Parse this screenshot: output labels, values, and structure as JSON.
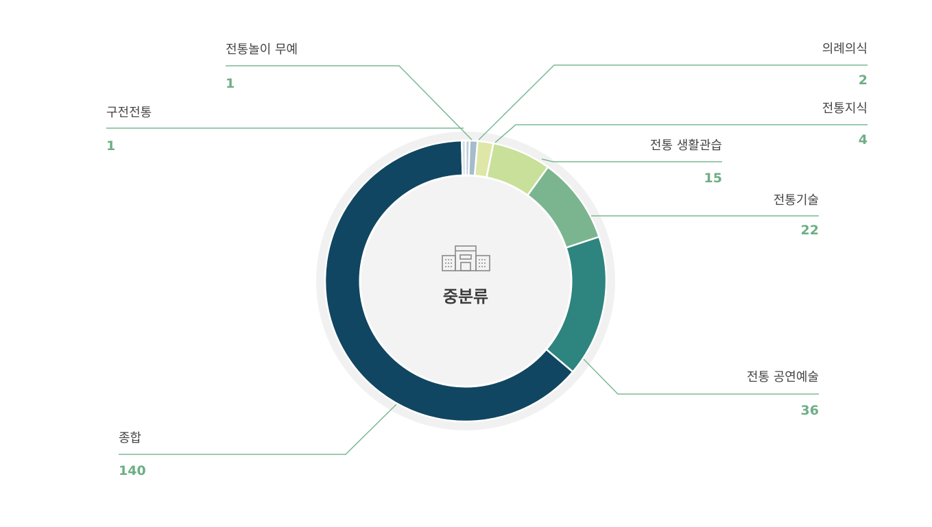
{
  "chart_data": {
    "type": "pie",
    "variant": "donut",
    "center_label": "중분류",
    "center_icon": "building-icon",
    "slices": [
      {
        "label": "전통놀이 무예",
        "value": 1,
        "color": "#bccdd6"
      },
      {
        "label": "의례의식",
        "value": 2,
        "color": "#a4bccb"
      },
      {
        "label": "전통지식",
        "value": 4,
        "color": "#dfe7a8"
      },
      {
        "label": "전통 생활관습",
        "value": 15,
        "color": "#c9e09a"
      },
      {
        "label": "전통기술",
        "value": 22,
        "color": "#7bb58f"
      },
      {
        "label": "전통 공연예술",
        "value": 36,
        "color": "#2e847e"
      },
      {
        "label": "종합",
        "value": 140,
        "color": "#104661"
      },
      {
        "label": "구전전통",
        "value": 1,
        "color": "#d6e0e6"
      }
    ],
    "colors": {
      "leader_line": "#7ab894",
      "value_text": "#6dae85",
      "inner_fill": "#f3f3f3",
      "outer_ring": "#f1f1f1"
    }
  }
}
